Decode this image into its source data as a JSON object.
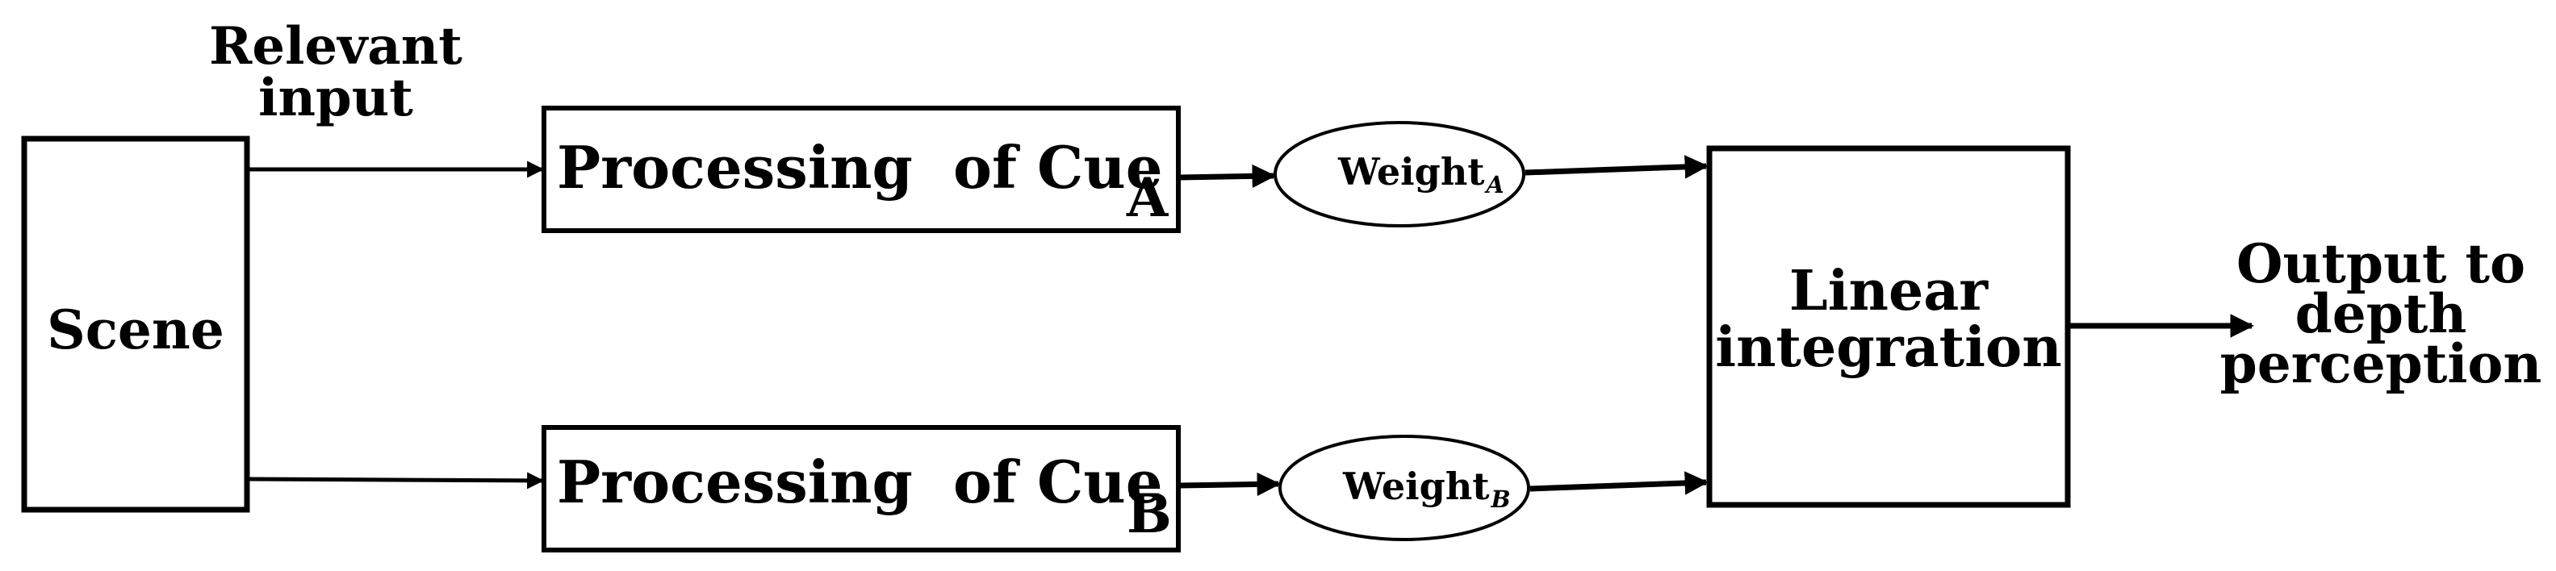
{
  "nodes": {
    "scene": {
      "label": "Scene"
    },
    "cue_a": {
      "label": "Processing  of Cue",
      "suffix": "A"
    },
    "cue_b": {
      "label": "Processing  of Cue",
      "suffix": "B"
    },
    "weight_a": {
      "label": "Weight",
      "subscript": "A"
    },
    "weight_b": {
      "label": "Weight",
      "subscript": "B"
    },
    "integration": {
      "line1": "Linear",
      "line2": "integration"
    }
  },
  "annotations": {
    "relevant_input": {
      "line1": "Relevant",
      "line2": "input"
    },
    "output": {
      "line1": "Output to",
      "line2": "depth",
      "line3": "perception"
    }
  },
  "edges": [
    {
      "from": "scene",
      "to": "cue_a"
    },
    {
      "from": "scene",
      "to": "cue_b"
    },
    {
      "from": "cue_a",
      "to": "weight_a"
    },
    {
      "from": "cue_b",
      "to": "weight_b"
    },
    {
      "from": "weight_a",
      "to": "integration"
    },
    {
      "from": "weight_b",
      "to": "integration"
    },
    {
      "from": "integration",
      "to": "output"
    }
  ]
}
